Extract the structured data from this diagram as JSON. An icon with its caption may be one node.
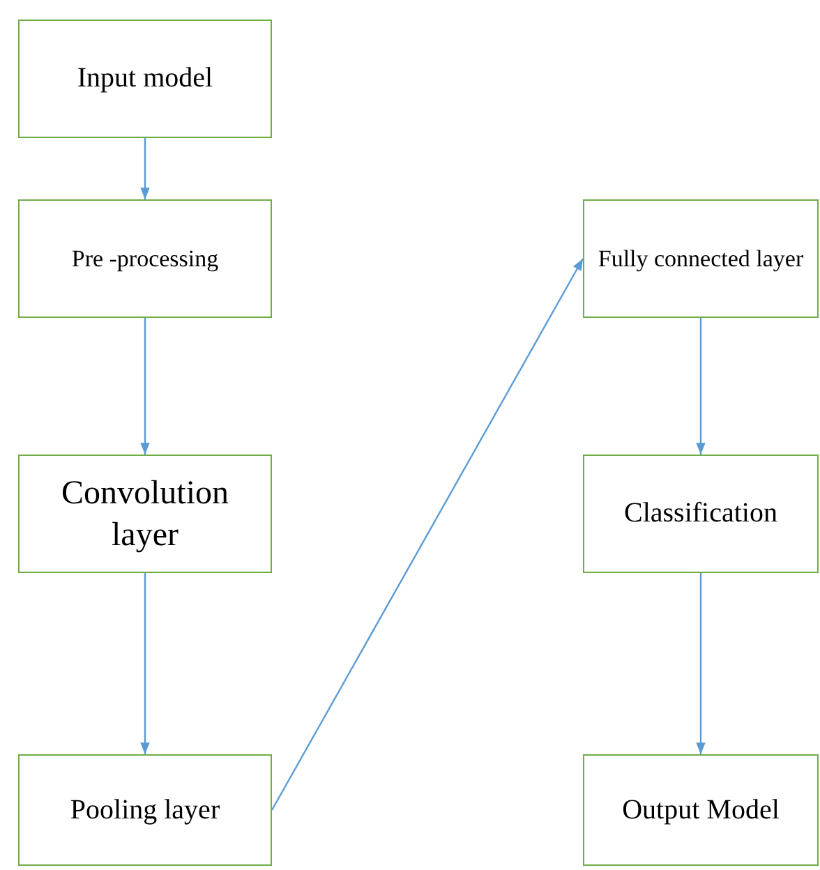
{
  "diagram": {
    "nodes": [
      {
        "text": [
          "Input model"
        ]
      },
      {
        "text": [
          "Pre -processing"
        ]
      },
      {
        "text": [
          "Convolution layer"
        ]
      },
      {
        "text": [
          "Pooling layer"
        ]
      },
      {
        "text": [
          "Fully connected layer"
        ]
      },
      {
        "text": [
          "Classification"
        ]
      },
      {
        "text": [
          "Output Model"
        ]
      }
    ],
    "edges": [
      {
        "from": 0,
        "to": 1,
        "arrow": "to"
      },
      {
        "from": 1,
        "to": 2,
        "arrow": "to"
      },
      {
        "from": 2,
        "to": 3,
        "arrow": "to"
      },
      {
        "from": 3,
        "to": 4,
        "arrow": "to"
      },
      {
        "from": 4,
        "to": 5,
        "arrow": "to"
      },
      {
        "from": 5,
        "to": 6,
        "arrow": "to"
      }
    ]
  }
}
